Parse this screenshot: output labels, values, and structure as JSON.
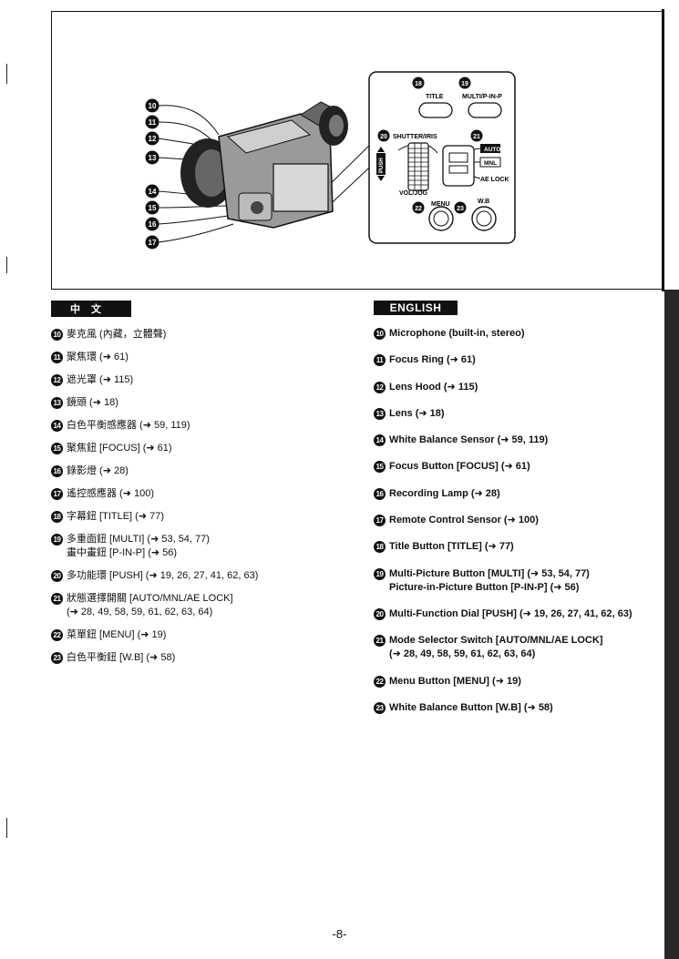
{
  "diagram": {
    "callout_left": [
      "10",
      "11",
      "12",
      "13",
      "14",
      "15",
      "16",
      "17"
    ],
    "panel": {
      "n18": "18",
      "n19": "19",
      "n20": "20",
      "n21": "21",
      "n22": "22",
      "n23": "23",
      "title": "TITLE",
      "multi": "MULTI/P-IN-P",
      "shutter": "SHUTTER/IRIS",
      "push": "PUSH",
      "vol": "VOL/JOG",
      "menu": "MENU",
      "wb": "W.B",
      "auto": "AUTO",
      "mnl": "MNL",
      "aelock": "AE LOCK"
    }
  },
  "zh": {
    "header": "中文",
    "items": [
      {
        "n": "10",
        "text": "麥克風 (內藏，立體聲)"
      },
      {
        "n": "11",
        "text": "聚焦環 (➜ 61)"
      },
      {
        "n": "12",
        "text": "遮光罩 (➜ 115)"
      },
      {
        "n": "13",
        "text": "鏡頭 (➜ 18)"
      },
      {
        "n": "14",
        "text": "白色平衡感應器 (➜ 59, 119)"
      },
      {
        "n": "15",
        "text": "聚焦鈕 [FOCUS] (➜ 61)"
      },
      {
        "n": "16",
        "text": "錄影燈 (➜ 28)"
      },
      {
        "n": "17",
        "text": "遙控感應器 (➜ 100)"
      },
      {
        "n": "18",
        "text": "字幕鈕 [TITLE] (➜ 77)"
      },
      {
        "n": "19",
        "text": "多重面鈕 [MULTI] (➜ 53, 54, 77)",
        "text2": "畫中畫鈕 [P-IN-P] (➜ 56)"
      },
      {
        "n": "20",
        "text": "多功能環 [PUSH] (➜ 19, 26, 27, 41, 62, 63)"
      },
      {
        "n": "21",
        "text": "狀態選擇開關 [AUTO/MNL/AE LOCK]",
        "text2": "(➜ 28, 49, 58, 59, 61, 62, 63, 64)"
      },
      {
        "n": "22",
        "text": "菜單鈕 [MENU] (➜ 19)"
      },
      {
        "n": "23",
        "text": "白色平衡鈕 [W.B] (➜ 58)"
      }
    ]
  },
  "en": {
    "header": "ENGLISH",
    "items": [
      {
        "n": "10",
        "text": "Microphone (built-in, stereo)"
      },
      {
        "n": "11",
        "text": "Focus Ring (➜ 61)"
      },
      {
        "n": "12",
        "text": "Lens Hood (➜ 115)"
      },
      {
        "n": "13",
        "text": "Lens (➜ 18)"
      },
      {
        "n": "14",
        "text": "White Balance Sensor (➜ 59, 119)"
      },
      {
        "n": "15",
        "text": "Focus Button [FOCUS] (➜ 61)"
      },
      {
        "n": "16",
        "text": "Recording Lamp (➜ 28)"
      },
      {
        "n": "17",
        "text": "Remote Control Sensor (➜ 100)"
      },
      {
        "n": "18",
        "text": "Title Button [TITLE] (➜ 77)"
      },
      {
        "n": "19",
        "text": "Multi-Picture Button [MULTI] (➜ 53, 54, 77)",
        "text2": "Picture-in-Picture Button [P-IN-P] (➜ 56)"
      },
      {
        "n": "20",
        "text": "Multi-Function Dial [PUSH] (➜ 19, 26, 27, 41, 62, 63)"
      },
      {
        "n": "21",
        "text": "Mode Selector Switch [AUTO/MNL/AE LOCK]",
        "text2": "(➜ 28, 49, 58, 59, 61, 62, 63, 64)"
      },
      {
        "n": "22",
        "text": "Menu Button [MENU] (➜ 19)"
      },
      {
        "n": "23",
        "text": "White Balance Button [W.B] (➜ 58)"
      }
    ]
  },
  "page_number": "-8-"
}
